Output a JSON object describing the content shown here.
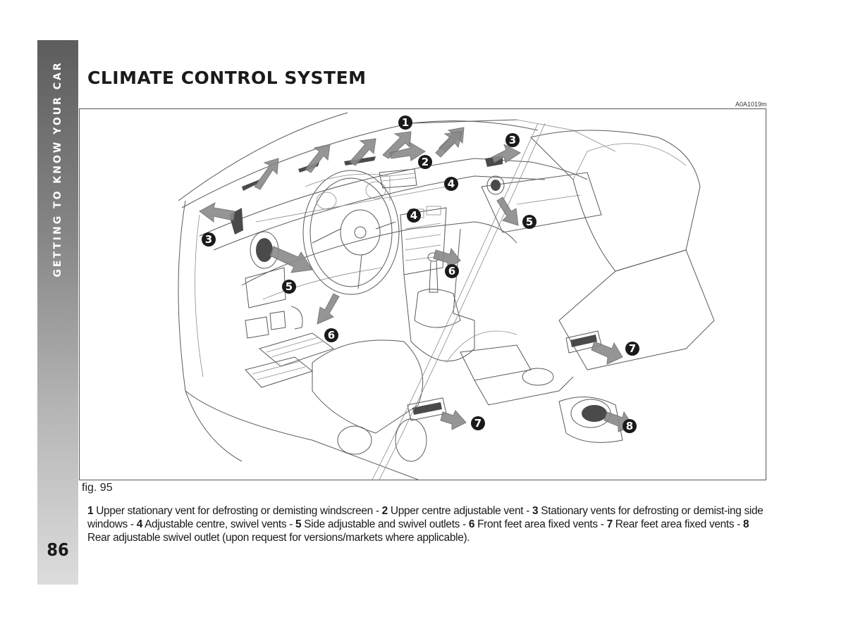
{
  "side_tab": {
    "label": "GETTING TO KNOW YOUR CAR"
  },
  "page": {
    "number": "86",
    "title": "CLIMATE CONTROL SYSTEM"
  },
  "figure": {
    "code": "A0A1019m",
    "label": "fig. 95",
    "callouts": [
      "1",
      "2",
      "3",
      "3",
      "4",
      "4",
      "5",
      "5",
      "6",
      "6",
      "7",
      "7",
      "8"
    ]
  },
  "caption": {
    "items": [
      {
        "num": "1",
        "text": " Upper stationary vent for defrosting or demisting windscreen - "
      },
      {
        "num": "2",
        "text": " Upper centre adjustable vent - "
      },
      {
        "num": "3",
        "text": " Stationary vents for defrosting or demist-ing side windows - "
      },
      {
        "num": "4",
        "text": " Adjustable centre, swivel vents - "
      },
      {
        "num": "5",
        "text": " Side adjustable and swivel outlets - "
      },
      {
        "num": "6",
        "text": " Front feet area fixed vents - "
      },
      {
        "num": "7",
        "text": " Rear feet area fixed vents - "
      },
      {
        "num": "8",
        "text": " Rear adjustable swivel outlet (upon request for versions/markets where applicable)."
      }
    ]
  }
}
